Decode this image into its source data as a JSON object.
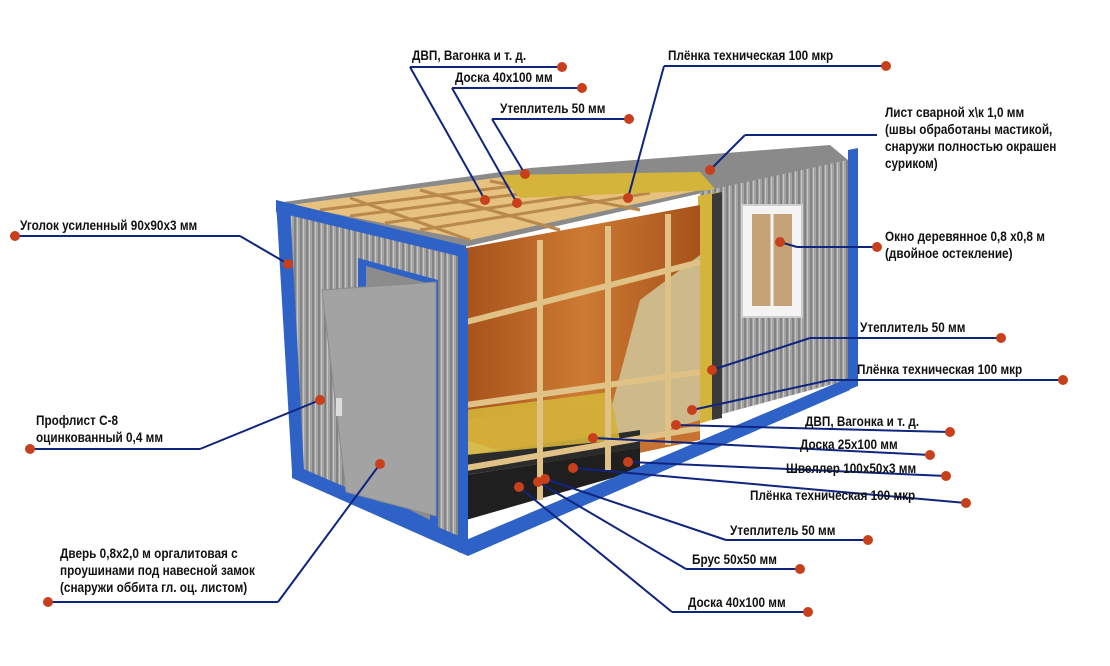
{
  "colors": {
    "leader": "#0f2580",
    "dot": "#c8401b",
    "frame": "#2f62c6",
    "cladding": "#9a9a9a",
    "wood": "#d9b06a",
    "insulation": "#d4b43a",
    "interior": "#b5611f",
    "osb": "#cdb98a"
  },
  "labels": {
    "dvp_top": "ДВП, Вагонка и т. д.",
    "board_top": "Доска 40x100 мм",
    "insul_top": "Утеплитель 50 мм",
    "film_top": "Плёнка техническая 100 мкр",
    "roof_sheet": [
      "Лист сварной х\\к 1,0 мм",
      "(швы обработаны мастикой,",
      "снаружи полностью окрашен",
      "суриком)"
    ],
    "corner": "Уголок усиленный 90x90x3 мм",
    "window": [
      "Окно деревянное 0,8 х0,8 м",
      "(двойное остекление)"
    ],
    "insul_wall": "Утеплитель 50 мм",
    "film_wall": "Плёнка техническая 100 мкр",
    "profile": [
      "Профлист С-8",
      "оцинкованный 0,4 мм"
    ],
    "dvp_wall": "ДВП, Вагонка и т. д.",
    "board_floor": "Доска 25x100 мм",
    "channel": "Швеллер 100x50x3 мм",
    "film_floor": "Плёнка техническая 100 мкр",
    "insul_floor": "Утеплитель 50 мм",
    "beam": "Брус 50x50 мм",
    "board_bottom": "Доска 40x100 мм",
    "door": [
      "Дверь 0,8x2,0 м оргалитовая с",
      "проушинами под навесной замок",
      "(снаружи оббита гл. оц. листом)"
    ]
  }
}
